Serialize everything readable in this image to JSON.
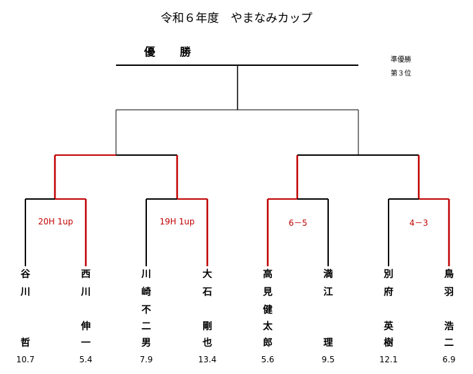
{
  "title": "令和６年度　やまなみカップ",
  "champion_label": "優　勝",
  "runner_up_label": "準優勝",
  "third_label": "第３位",
  "colors": {
    "winner": "#c00000",
    "line": "#000000"
  },
  "matches": [
    {
      "score": "20H 1up",
      "winner": 1
    },
    {
      "score": "19H 1up",
      "winner": 1
    },
    {
      "score": "6－5",
      "winner": 0
    },
    {
      "score": "4－3",
      "winner": 1
    }
  ],
  "players": [
    {
      "chars": [
        "谷",
        "川",
        "",
        "",
        "哲"
      ],
      "handicap": "10.7"
    },
    {
      "chars": [
        "西",
        "川",
        "",
        "伸",
        "一"
      ],
      "handicap": "5.4"
    },
    {
      "chars": [
        "川",
        "崎",
        "不",
        "二",
        "男"
      ],
      "handicap": "7.9"
    },
    {
      "chars": [
        "大",
        "石",
        "",
        "剛",
        "也"
      ],
      "handicap": "13.4"
    },
    {
      "chars": [
        "高",
        "見",
        "健",
        "太",
        "郎"
      ],
      "handicap": "5.6"
    },
    {
      "chars": [
        "満",
        "江",
        "",
        "",
        "理"
      ],
      "handicap": "9.5"
    },
    {
      "chars": [
        "別",
        "府",
        "",
        "英",
        "樹"
      ],
      "handicap": "12.1"
    },
    {
      "chars": [
        "鳥",
        "羽",
        "",
        "浩",
        "二"
      ],
      "handicap": "6.9"
    }
  ]
}
